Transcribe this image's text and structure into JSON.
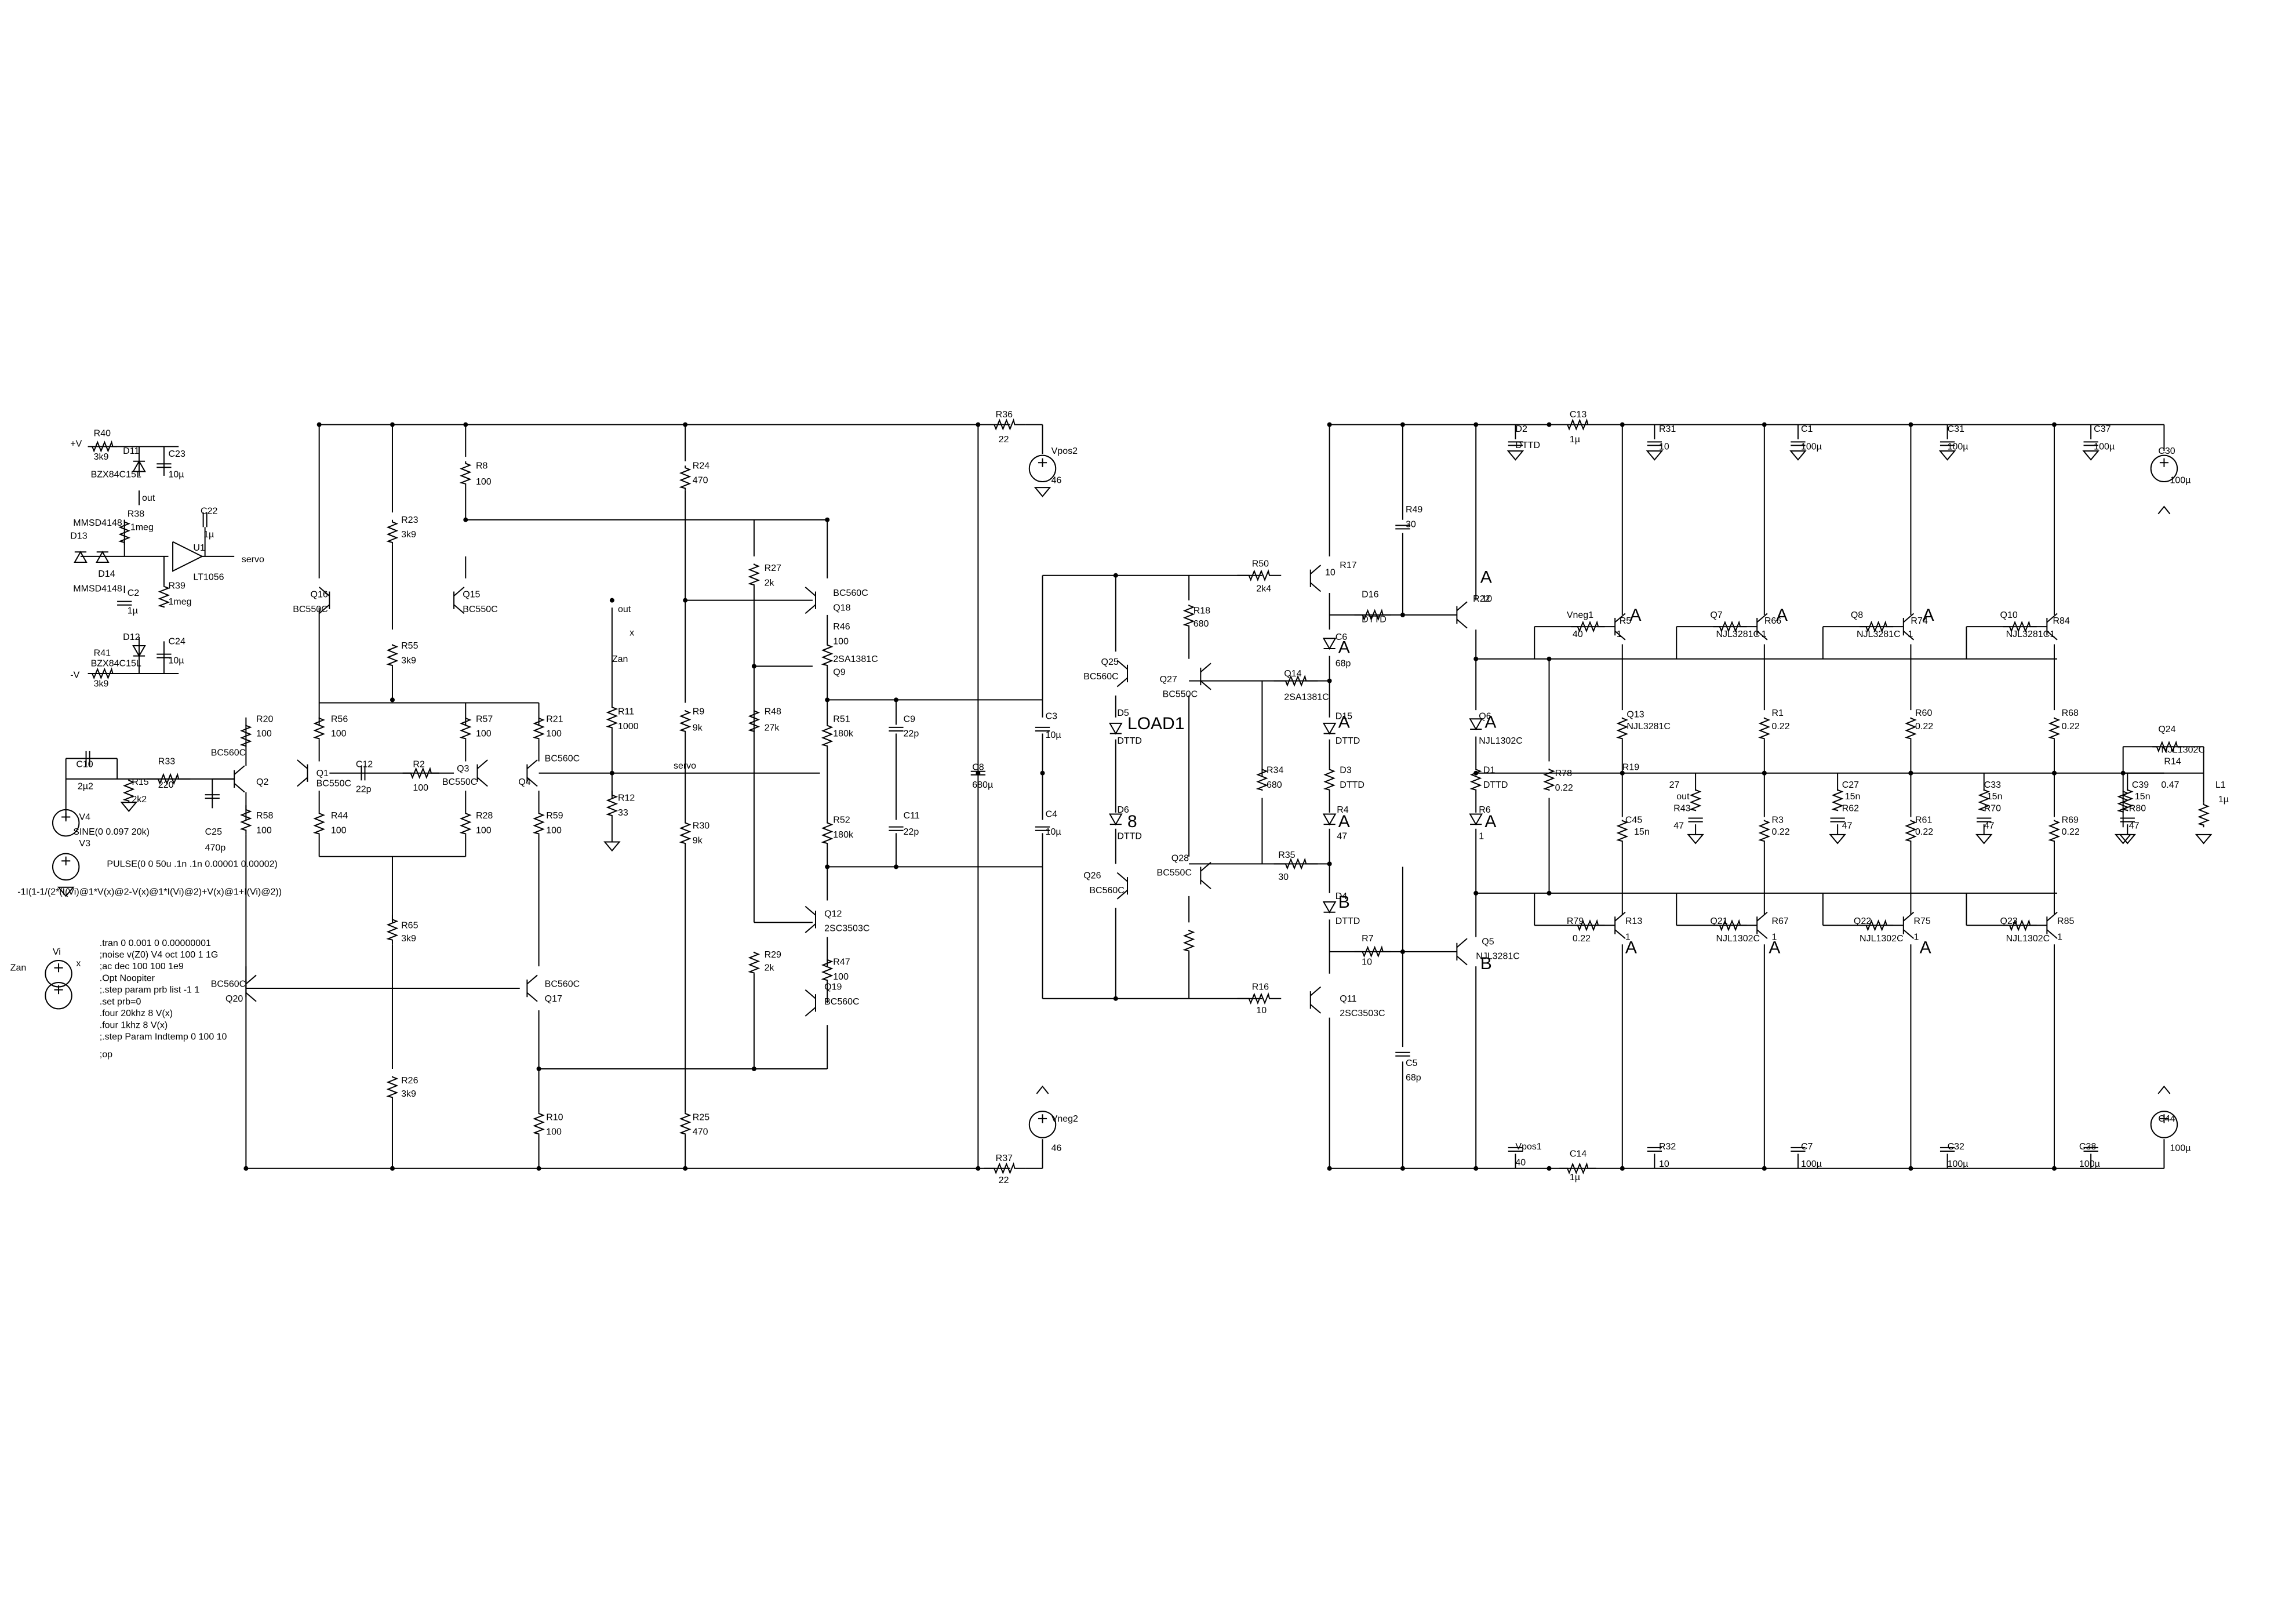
{
  "labels": [
    "+V",
    "-V",
    "R40",
    "3k9",
    "D11",
    "C23",
    "10µ",
    "BZX84C15L",
    "out",
    "R38",
    "1meg",
    "C22",
    "1µ",
    "servo",
    "U1",
    "LT1056",
    "MMSD4148",
    "D13",
    "D14",
    "MMSD4148",
    "C2",
    "1µ",
    "R39",
    "1meg",
    "D12",
    "C24",
    "10µ",
    "BZX84C15L",
    "R41",
    "3k9",
    "C10",
    "2µ2",
    "R15",
    "2k2",
    "R33",
    "220",
    "C25",
    "470p",
    "BC560C",
    "Q2",
    "V4",
    "SINE(0 0.097 20k)",
    "V3",
    "PULSE(0 0 50u .1n .1n 0.00001 0.00002)",
    "-1I(1-1/(2*(I(Vi)@1*V(x)@2-V(x)@1*I(Vi)@2)+V(x)@1+I(Vi)@2))",
    "Vi",
    "Zan",
    "x",
    ".tran 0 0.001 0 0.00000001",
    ";noise v(Z0) V4 oct 100 1 1G",
    ";ac dec 100 100 1e9",
    ".Opt Noopiter",
    ";.step param prb list -1 1",
    ".set prb=0",
    ".four 20khz 8 V(x)",
    ".four 1khz 8 V(x)",
    ";.step Param Indtemp 0 100 10",
    ";op",
    "Q16",
    "BC550C",
    "R20",
    "100",
    "R56",
    "100",
    "Q1",
    "BC550C",
    "C12",
    "22p",
    "R2",
    "100",
    "Q3",
    "BC550C",
    "R57",
    "100",
    "R21",
    "100",
    "Q4",
    "BC560C",
    "R44",
    "100",
    "R28",
    "100",
    "R58",
    "100",
    "R59",
    "100",
    "Q15",
    "BC550C",
    "R8",
    "100",
    "R23",
    "3k9",
    "R55",
    "3k9",
    "R65",
    "3k9",
    "R26",
    "3k9",
    "BC560C",
    "Q20",
    "BC560C",
    "Q17",
    "R10",
    "100",
    "Zan",
    "x",
    "out",
    "R11",
    "1000",
    "R12",
    "33",
    "servo",
    "R24",
    "470",
    "R9",
    "9k",
    "R30",
    "9k",
    "R25",
    "470",
    "R27",
    "2k",
    "R48",
    "27k",
    "R29",
    "2k",
    "BC560C",
    "Q18",
    "R46",
    "100",
    "2SA1381C",
    "Q9",
    "R51",
    "180k",
    "R52",
    "180k",
    "C9",
    "22p",
    "C11",
    "22p",
    "Q12",
    "2SC3503C",
    "R47",
    "100",
    "Q19",
    "BC560C",
    "C8",
    "680µ",
    "R36",
    "22",
    "Vpos2",
    "46",
    "R37",
    "22",
    "Vneg2",
    "46",
    "C3",
    "10µ",
    "C4",
    "10µ",
    "Q25",
    "BC560C",
    "D5",
    "DTTD",
    "D6",
    "DTTD",
    "Q26",
    "BC560C",
    "Q27",
    "BC550C",
    "Q28",
    "BC550C",
    "R18",
    "680",
    "R34",
    "680",
    "R50",
    "2k4",
    "R16",
    "10",
    "R17",
    "10",
    "Q11",
    "2SC3503C",
    "Q14",
    "2SA1381C",
    "R35",
    "30",
    "R49",
    "30",
    "C5",
    "68p",
    "C6",
    "68p",
    "D15",
    "DTTD",
    "D3",
    "DTTD",
    "R4",
    "47",
    "D4",
    "DTTD",
    "D16",
    "DTTD",
    "R7",
    "10",
    "R22",
    "10",
    "Q5",
    "NJL3281C",
    "Q6",
    "NJL1302C",
    "D1",
    "DTTD",
    "R6",
    "1",
    "D2",
    "DTTD",
    "C13",
    "1µ",
    "R31",
    "10",
    "C1",
    "100µ",
    "C31",
    "100µ",
    "C37",
    "100µ",
    "C30",
    "100µ",
    "Vpos1",
    "40",
    "C14",
    "1µ",
    "R32",
    "10",
    "C7",
    "100µ",
    "C32",
    "100µ",
    "C38",
    "100µ",
    "C44",
    "100µ",
    "Vneg1",
    "40",
    "R5",
    "1",
    "Q7",
    "NJL3281C",
    "R66",
    "1",
    "Q8",
    "NJL3281C",
    "R74",
    "1",
    "Q10",
    "NJL3281C",
    "R84",
    "1",
    "Q13",
    "NJL3281C",
    "R1",
    "0.22",
    "R60",
    "0.22",
    "R68",
    "0.22",
    "R78",
    "0.22",
    "R19",
    "27",
    "out",
    "R43",
    "47",
    "C27",
    "15n",
    "R62",
    "47",
    "C33",
    "15n",
    "R70",
    "47",
    "C39",
    "15n",
    "R80",
    "47",
    "C45",
    "15n",
    "R3",
    "0.22",
    "R61",
    "0.22",
    "R69",
    "0.22",
    "R79",
    "0.22",
    "R13",
    "1",
    "Q21",
    "NJL1302C",
    "R67",
    "1",
    "Q22",
    "NJL1302C",
    "R75",
    "1",
    "Q23",
    "NJL1302C",
    "R85",
    "1",
    "Q24",
    "NJL1302C",
    "R14",
    "0.47",
    "L1",
    "1µ",
    "LOAD1",
    "8",
    "A",
    "A",
    "A",
    "A",
    "A",
    "A",
    "A",
    "A",
    "A",
    "A",
    "A",
    "A",
    "B",
    "B",
    "B",
    "B"
  ]
}
